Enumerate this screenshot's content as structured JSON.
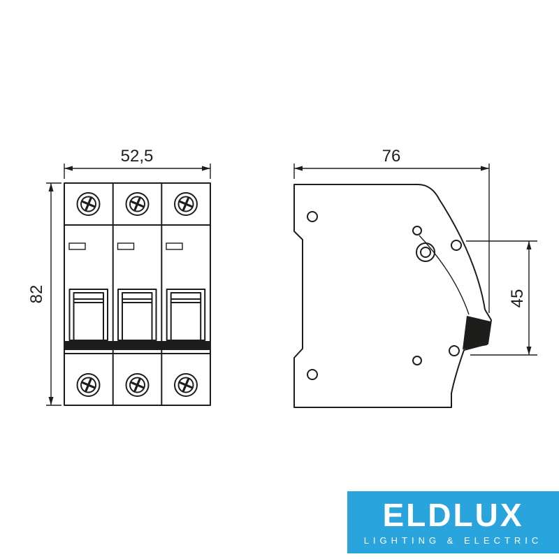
{
  "page": {
    "background": "#ffffff"
  },
  "drawing": {
    "line_color": "#1d1d1b",
    "front_view": {
      "description": "3-pole miniature circuit breaker, front view",
      "width_dim": "52,5",
      "height_dim": "82"
    },
    "side_view": {
      "description": "miniature circuit breaker, side view",
      "depth_dim": "76",
      "front_height_dim": "45"
    }
  },
  "logo": {
    "brand": "ELDLUX",
    "tagline": "LIGHTING & ELECTRIC",
    "background": "#2aa4dc",
    "text_color": "#ffffff"
  }
}
